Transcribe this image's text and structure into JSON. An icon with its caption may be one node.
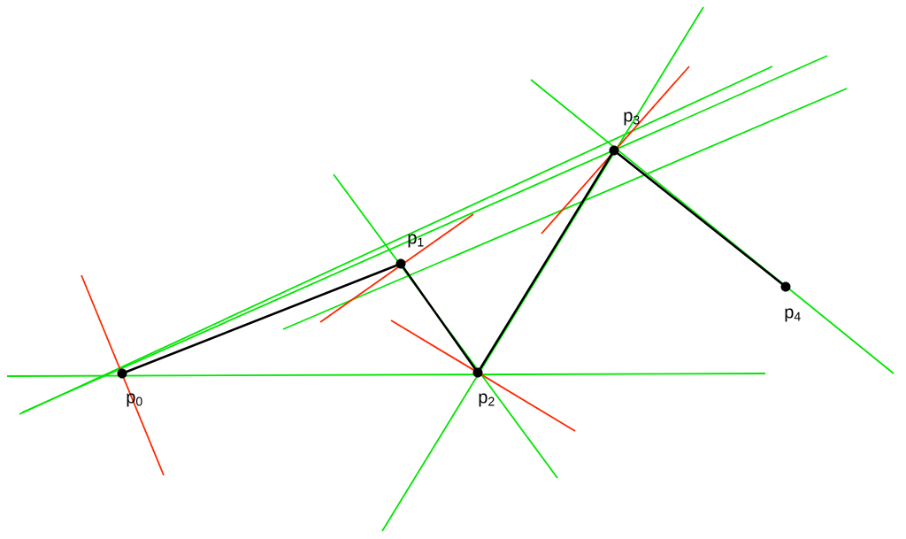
{
  "diagram": {
    "nodes": [
      {
        "text": [],
        "shape": "circle",
        "beside": [
          "p$_{0}$"
        ]
      },
      {
        "text": [],
        "shape": "circle",
        "beside": [
          "p$_{1}$"
        ]
      },
      {
        "text": [],
        "shape": "circle",
        "beside": [
          "p$_{2}$"
        ]
      },
      {
        "text": [],
        "shape": "circle",
        "beside": [
          "p$_{3}$"
        ]
      },
      {
        "text": [],
        "shape": "circle",
        "beside": [
          "p$_{4}$"
        ]
      }
    ],
    "edges": [
      {
        "from": 0,
        "to": 1,
        "arrow": "none"
      },
      {
        "from": 1,
        "to": 2,
        "arrow": "none"
      },
      {
        "from": 2,
        "to": 3,
        "arrow": "none"
      },
      {
        "from": 3,
        "to": 4,
        "arrow": "none"
      }
    ]
  }
}
